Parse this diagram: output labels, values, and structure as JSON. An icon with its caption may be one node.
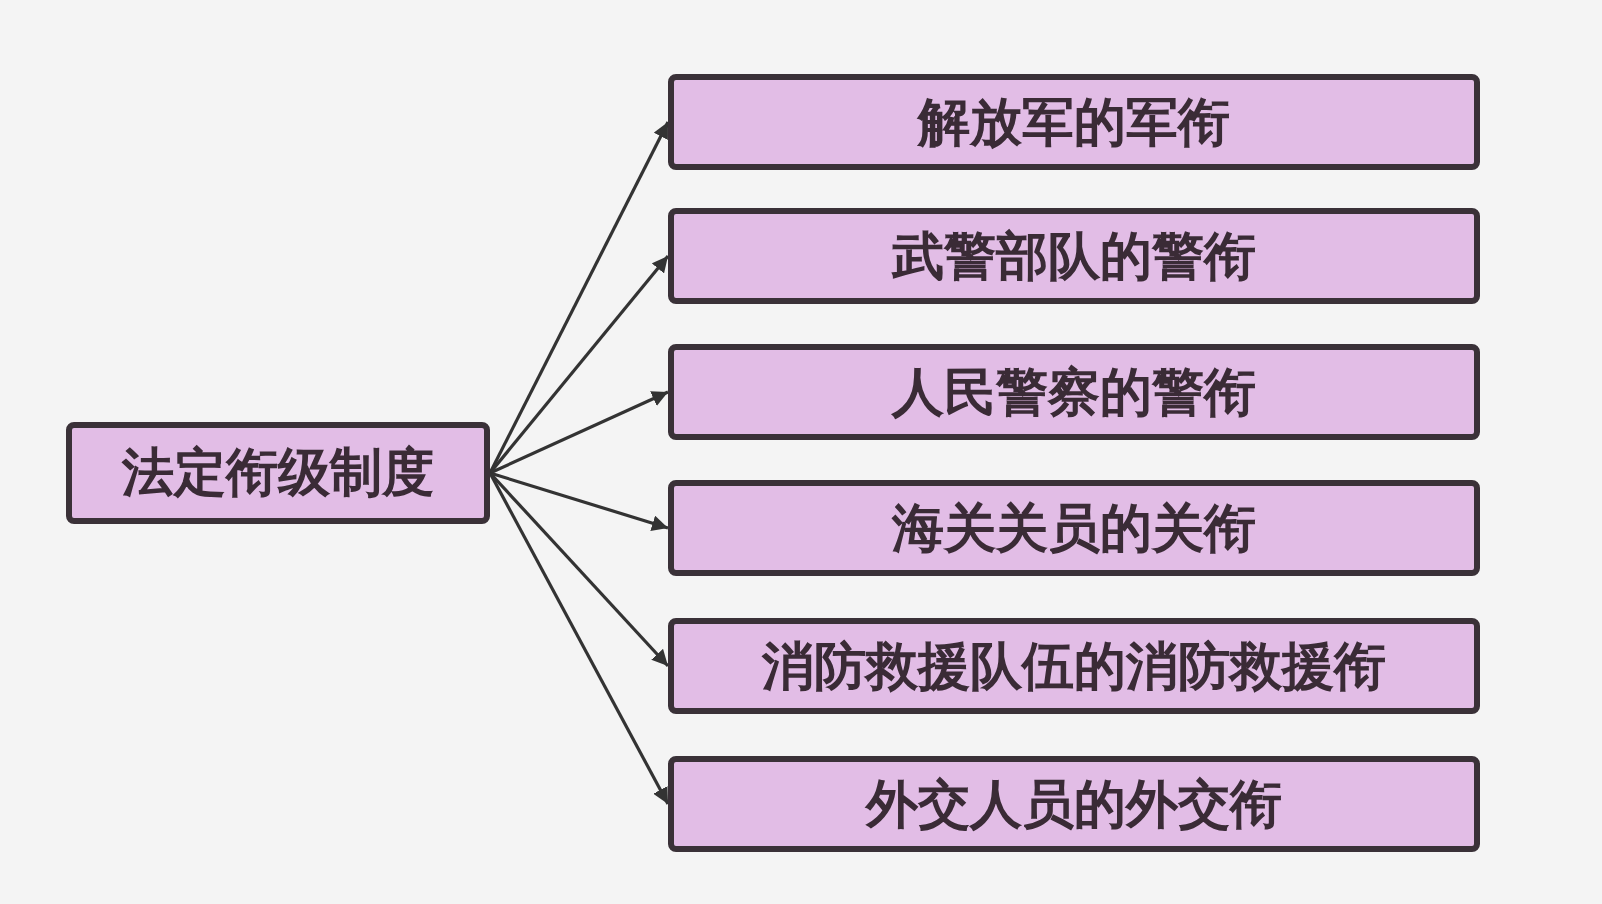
{
  "diagram": {
    "nodes": [
      {
        "text": [
          "法定衔级制度"
        ]
      },
      {
        "text": [
          "解放军的军衔"
        ]
      },
      {
        "text": [
          "武警部队的警衔"
        ]
      },
      {
        "text": [
          "人民警察的警衔"
        ]
      },
      {
        "text": [
          "海关关员的关衔"
        ]
      },
      {
        "text": [
          "消防救援队伍的消防救援衔"
        ]
      },
      {
        "text": [
          "外交人员的外交衔"
        ]
      }
    ],
    "edges": [
      {
        "from": 0,
        "to": 1,
        "arrow": "to"
      },
      {
        "from": 0,
        "to": 2,
        "arrow": "to"
      },
      {
        "from": 0,
        "to": 3,
        "arrow": "to"
      },
      {
        "from": 0,
        "to": 4,
        "arrow": "to"
      },
      {
        "from": 0,
        "to": 5,
        "arrow": "to"
      },
      {
        "from": 0,
        "to": 6,
        "arrow": "to"
      }
    ]
  }
}
